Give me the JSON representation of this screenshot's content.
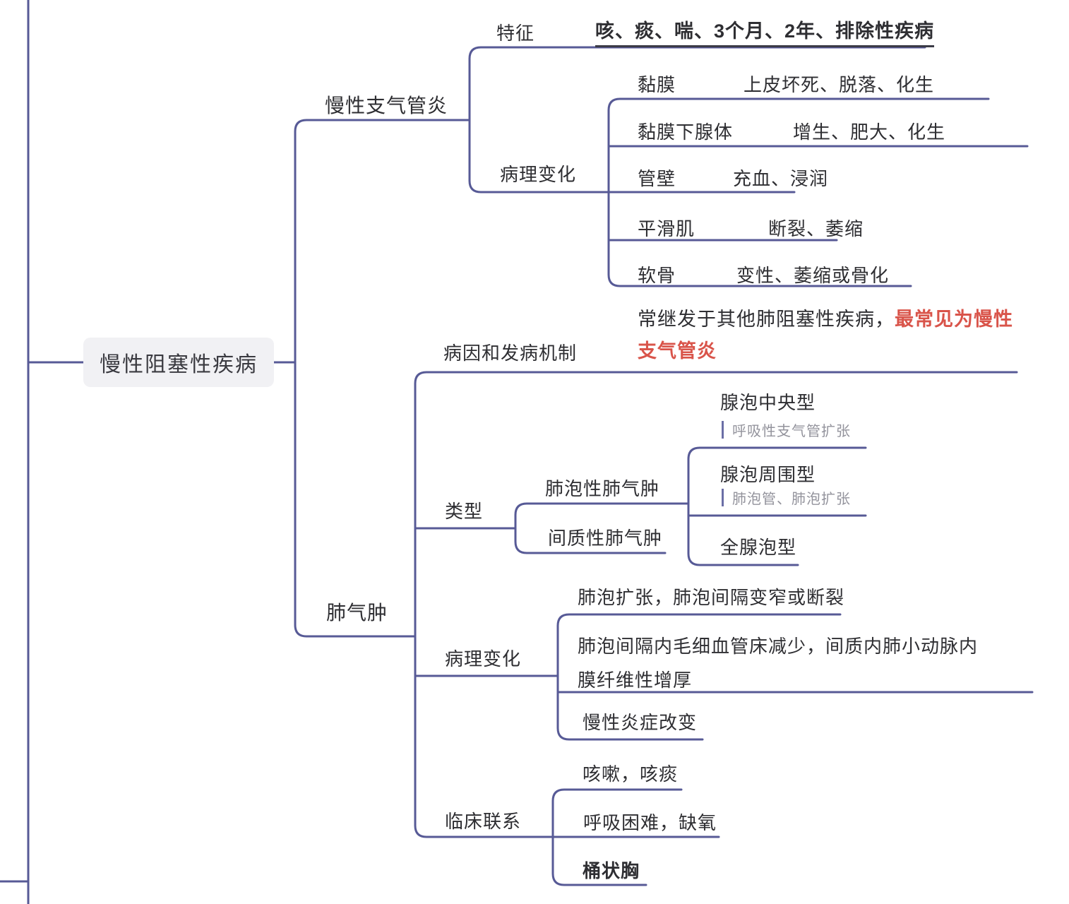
{
  "palette": {
    "line": "#575a96",
    "text": "#2e2e32",
    "muted_note": "#93939c",
    "highlight_red": "#d9544a",
    "root_bg": "#f1f1f4"
  },
  "root": {
    "label": "慢性阻塞性疾病"
  },
  "chronic_bronchitis": {
    "label": "慢性支气管炎",
    "feature_label": "特征",
    "feature_value": "咳、痰、喘、3个月、2年、排除性疾病",
    "pathology_label": "病理变化",
    "pathology_rows": [
      {
        "site": "黏膜",
        "change": "上皮坏死、脱落、化生"
      },
      {
        "site": "黏膜下腺体",
        "change": "增生、肥大、化生"
      },
      {
        "site": "管壁",
        "change": "充血、浸润"
      },
      {
        "site": "平滑肌",
        "change": "断裂、萎缩"
      },
      {
        "site": "软骨",
        "change": "变性、萎缩或骨化"
      }
    ]
  },
  "emphysema": {
    "label": "肺气肿",
    "etiology_label": "病因和发病机制",
    "etiology_normal": "常继发于其他肺阻塞性疾病，",
    "etiology_highlight": "最常见为慢性支气管炎",
    "types_label": "类型",
    "alveolar_label": "肺泡性肺气肿",
    "interstitial_label": "间质性肺气肿",
    "alveolar_subtypes": [
      {
        "name": "腺泡中央型",
        "note": "呼吸性支气管扩张"
      },
      {
        "name": "腺泡周围型",
        "note": "肺泡管、肺泡扩张"
      },
      {
        "name": "全腺泡型",
        "note": ""
      }
    ],
    "pathology_label": "病理变化",
    "pathology_items": [
      "肺泡扩张，肺泡间隔变窄或断裂",
      "肺泡间隔内毛细血管床减少，间质内肺小动脉内膜纤维性增厚",
      "慢性炎症改变"
    ],
    "clinical_label": "临床联系",
    "clinical_items": [
      "咳嗽，咳痰",
      "呼吸困难，缺氧",
      "桶状胸"
    ]
  }
}
